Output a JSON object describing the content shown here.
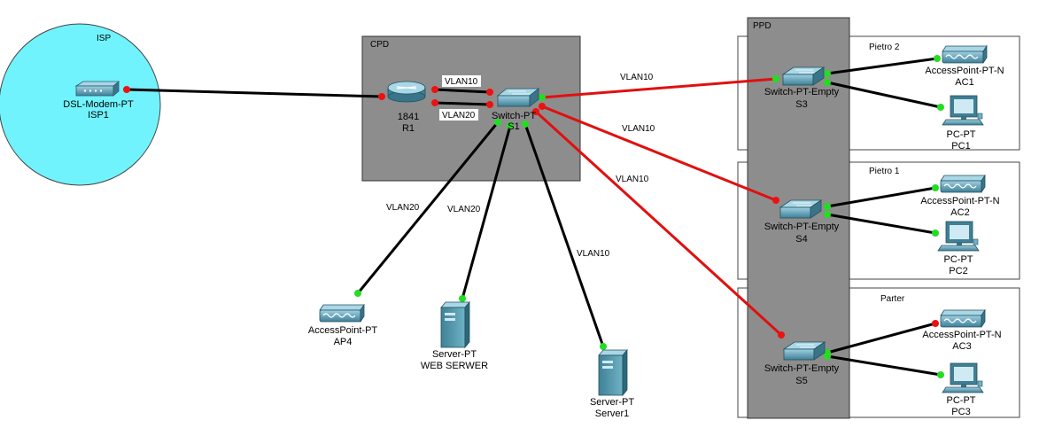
{
  "regions": {
    "isp": "ISP",
    "cpd": "CPD",
    "ppd": "PPD",
    "pietro2": "Pietro 2",
    "pietro1": "Pietro 1",
    "parter": "Parter"
  },
  "devices": {
    "isp1": {
      "type": "DSL-Modem-PT",
      "name": "ISP1"
    },
    "r1": {
      "type": "1841",
      "name": "R1"
    },
    "s1": {
      "type": "Switch-PT",
      "name": "S1"
    },
    "s3": {
      "type": "Switch-PT-Empty",
      "name": "S3"
    },
    "s4": {
      "type": "Switch-PT-Empty",
      "name": "S4"
    },
    "s5": {
      "type": "Switch-PT-Empty",
      "name": "S5"
    },
    "ac1": {
      "type": "AccessPoint-PT-N",
      "name": "AC1"
    },
    "ac2": {
      "type": "AccessPoint-PT-N",
      "name": "AC2"
    },
    "ac3": {
      "type": "AccessPoint-PT-N",
      "name": "AC3"
    },
    "pc1": {
      "type": "PC-PT",
      "name": "PC1"
    },
    "pc2": {
      "type": "PC-PT",
      "name": "PC2"
    },
    "pc3": {
      "type": "PC-PT",
      "name": "PC3"
    },
    "ap4": {
      "type": "AccessPoint-PT",
      "name": "AP4"
    },
    "websrv": {
      "type": "Server-PT",
      "name": "WEB SERWER"
    },
    "server1": {
      "type": "Server-PT",
      "name": "Server1"
    }
  },
  "links": {
    "r1_s1_top": "VLAN10",
    "r1_s1_bottom": "VLAN20",
    "s1_s3": "VLAN10",
    "s1_s4": "VLAN10",
    "s1_s5": "VLAN10",
    "s1_ap4": "VLAN20",
    "s1_websrv": "VLAN20",
    "s1_server1": "VLAN10"
  },
  "colors": {
    "isp_cloud": "#70f3fd",
    "room_fill": "#8d8d8d",
    "link_up": "#000000",
    "link_trunk": "#e01010",
    "port_up": "#22dd22",
    "port_down": "#ee1111",
    "device_body": "#4f8fa6"
  }
}
